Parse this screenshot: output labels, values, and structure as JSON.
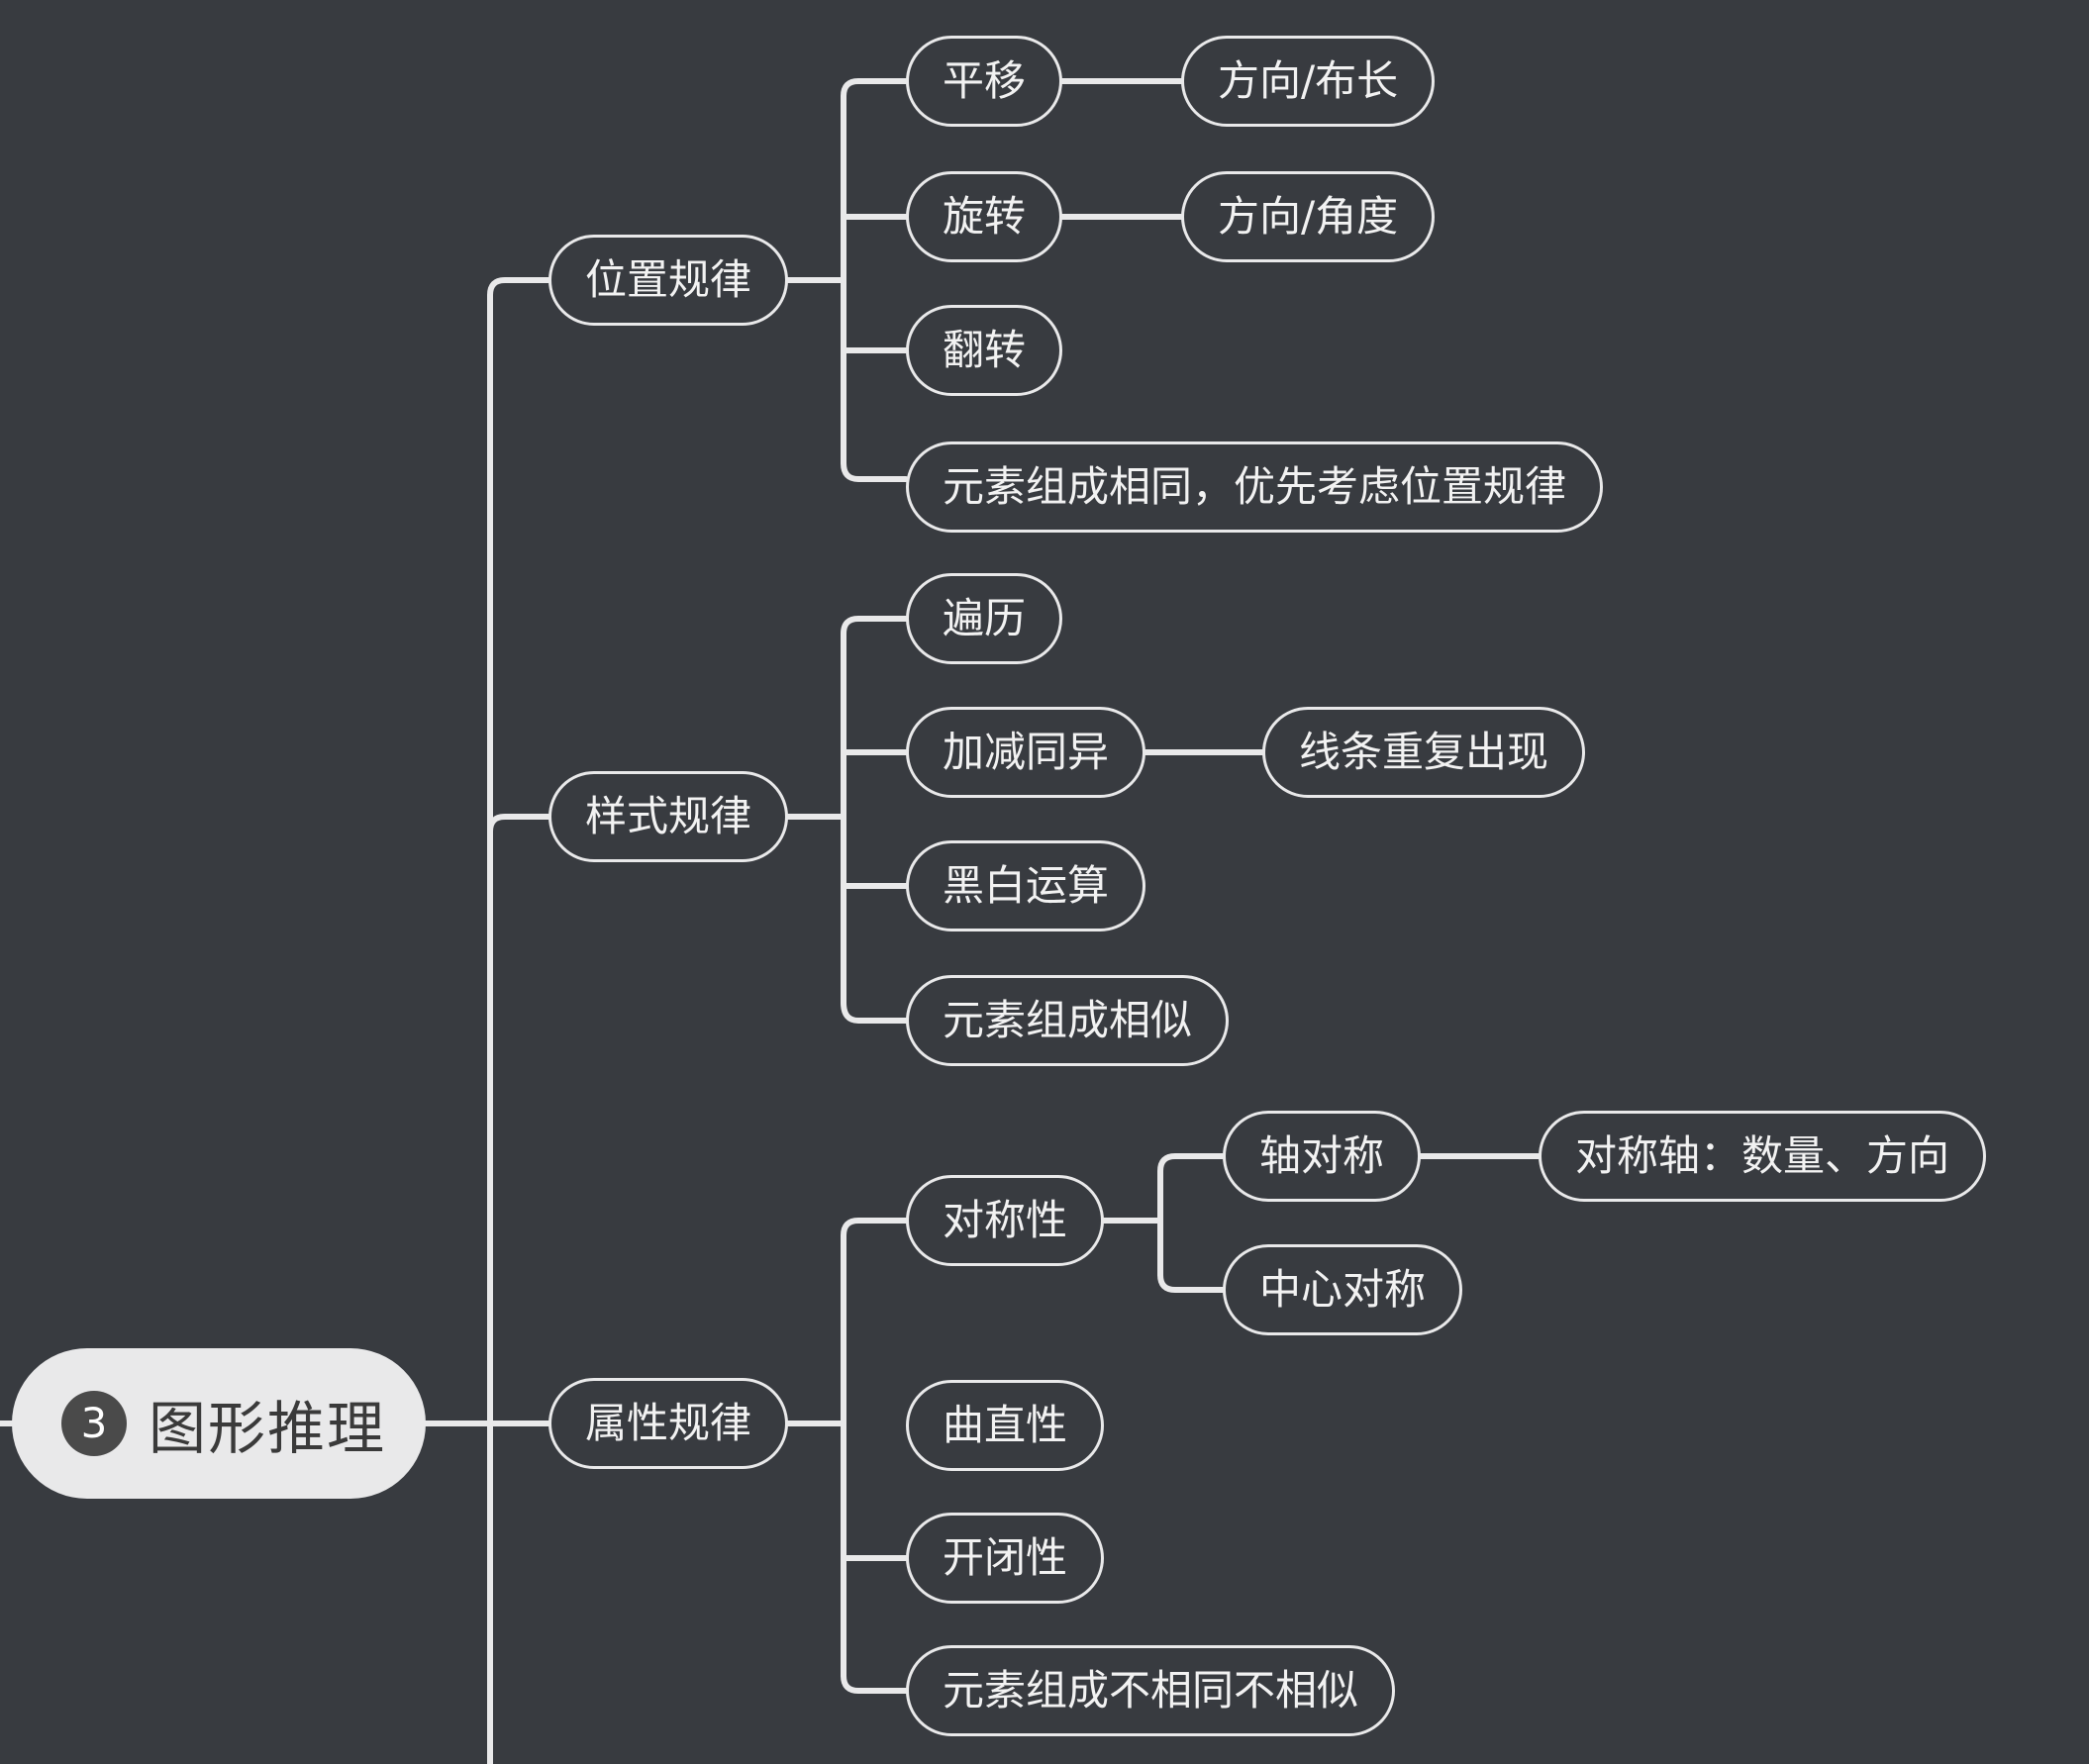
{
  "root": {
    "badge": "3",
    "label": "图形推理"
  },
  "branches": {
    "position": {
      "label": "位置规律",
      "translate": {
        "label": "平移",
        "detail": "方向/布长"
      },
      "rotate": {
        "label": "旋转",
        "detail": "方向/角度"
      },
      "flip": {
        "label": "翻转"
      },
      "same_elements": {
        "label": "元素组成相同，优先考虑位置规律"
      }
    },
    "style": {
      "label": "样式规律",
      "traverse": {
        "label": "遍历"
      },
      "add_sub": {
        "label": "加减同异",
        "detail": "线条重复出现"
      },
      "black_white": {
        "label": "黑白运算"
      },
      "similar_elements": {
        "label": "元素组成相似"
      }
    },
    "attribute": {
      "label": "属性规律",
      "symmetry": {
        "label": "对称性",
        "axial": {
          "label": "轴对称",
          "detail": "对称轴：数量、方向"
        },
        "central": {
          "label": "中心对称"
        }
      },
      "curve": {
        "label": "曲直性"
      },
      "open_closed": {
        "label": "开闭性"
      },
      "different_elements": {
        "label": "元素组成不相同不相似"
      }
    }
  }
}
